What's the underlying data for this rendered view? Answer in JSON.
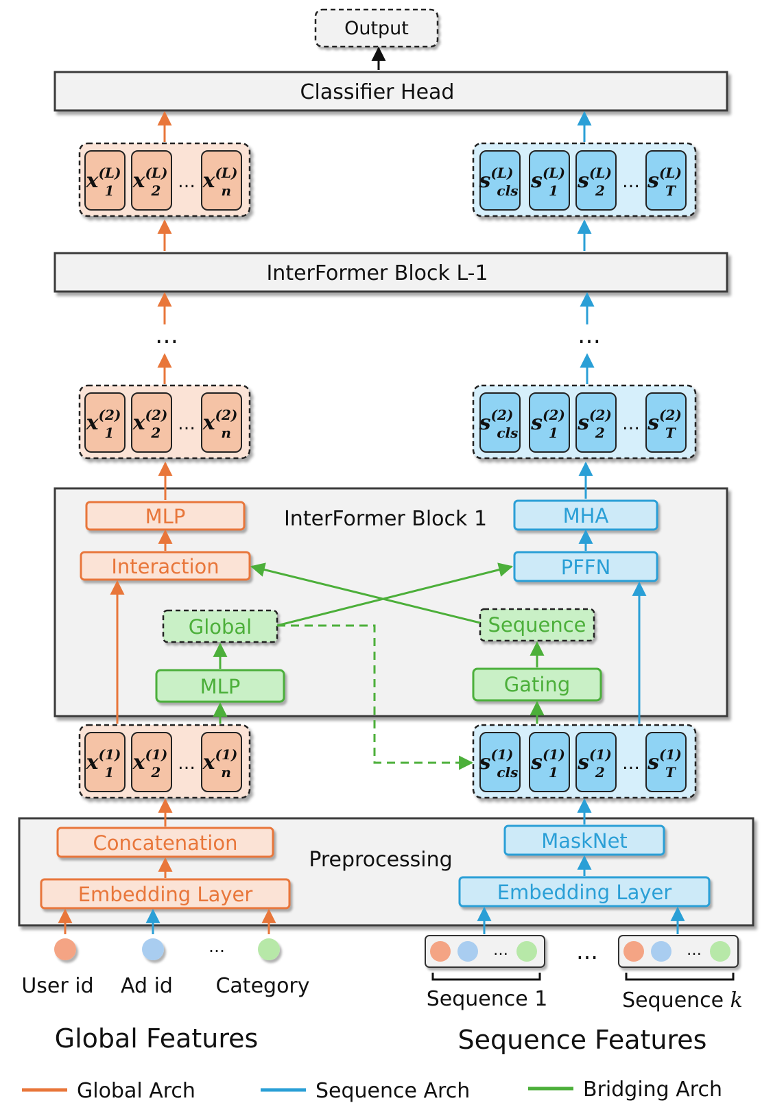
{
  "colors": {
    "global": "#e8763a",
    "sequence": "#2a9fd6",
    "bridging": "#4caf3a",
    "block_fill": "#f2f2f2",
    "block_stroke": "#3a3a3a",
    "global_token_fill": "#f5c3a6",
    "global_group_fill": "#fbe3d6",
    "seq_token_fill": "#8fd3f4",
    "seq_group_fill": "#d6effb",
    "global_box_fill": "#fbe3d6",
    "seq_box_fill": "#cdeaf8",
    "bridge_box_fill": "#c9f0c6",
    "dot_orange": "#f4a484",
    "dot_blue": "#a9cdf0",
    "dot_green": "#b7e8a8"
  },
  "output": {
    "label": "Output"
  },
  "classifier": {
    "label": "Classifier Head"
  },
  "block_l1": {
    "label": "InterFormer Block L-1"
  },
  "block_1": {
    "label": "InterFormer Block 1",
    "mlp_global": "MLP",
    "interaction": "Interaction",
    "global_summary": "Global",
    "mlp_bridge": "MLP",
    "mha": "MHA",
    "pffn": "PFFN",
    "sequence_summary": "Sequence",
    "gating": "Gating"
  },
  "preprocessing": {
    "label": "Preprocessing",
    "concatenation": "Concatenation",
    "embedding_global": "Embedding Layer",
    "masknet": "MaskNet",
    "embedding_seq": "Embedding Layer"
  },
  "ellipsis": "…",
  "token_rows": {
    "global_sub": [
      "1",
      "2",
      "n"
    ],
    "seq_sub": [
      "cls",
      "1",
      "2",
      "T"
    ],
    "layers": [
      "L",
      "2",
      "1"
    ],
    "global_base": "x",
    "seq_base": "s"
  },
  "inputs": {
    "global_items": [
      "User id",
      "Ad id",
      "Category"
    ],
    "sequences": [
      "Sequence 1",
      "Sequence "
    ],
    "seq_k_var": "k"
  },
  "section_titles": {
    "global": "Global Features",
    "sequence": "Sequence Features"
  },
  "legend": [
    {
      "label": "Global Arch",
      "color_key": "global"
    },
    {
      "label": "Sequence Arch",
      "color_key": "sequence"
    },
    {
      "label": "Bridging Arch",
      "color_key": "bridging"
    }
  ]
}
